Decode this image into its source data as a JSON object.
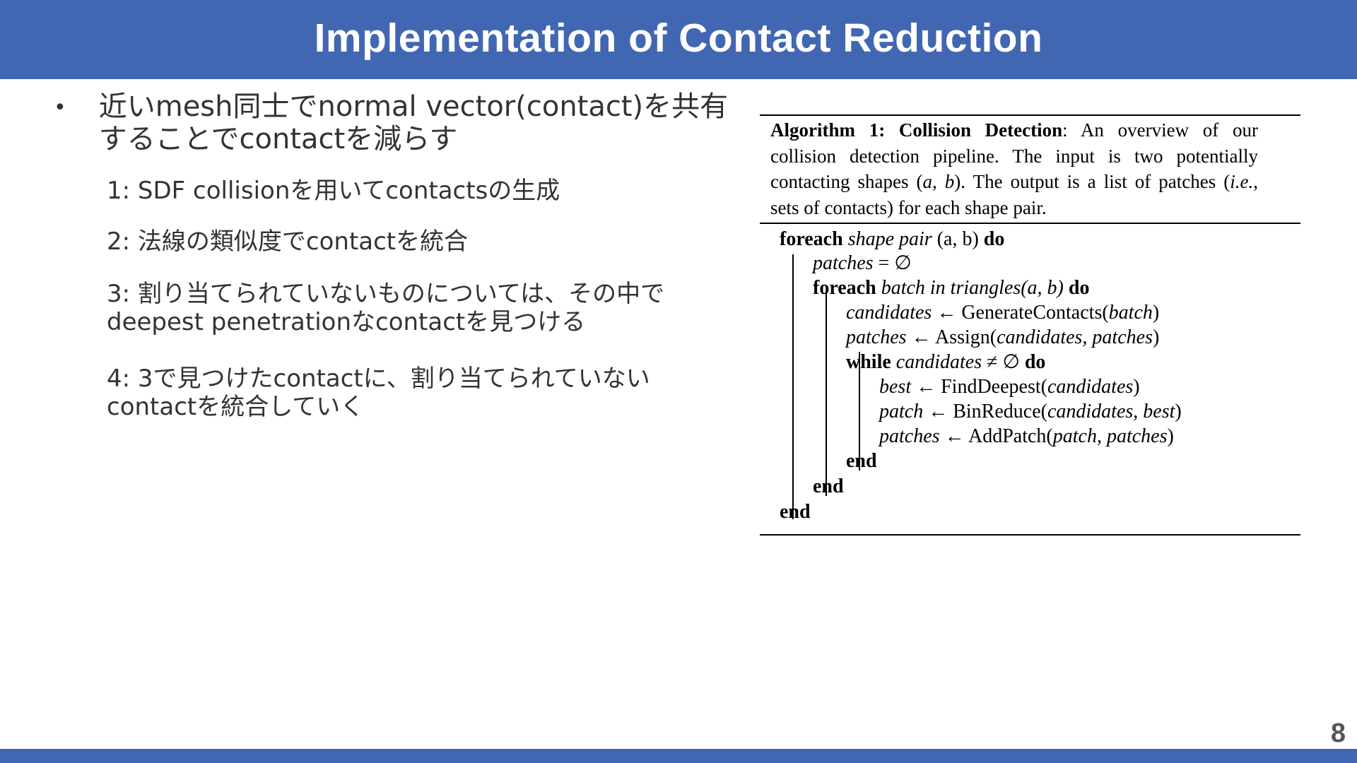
{
  "slide": {
    "title": "Implementation of Contact Reduction",
    "page_number": "8",
    "colors": {
      "title_bar": "#4267b2",
      "footer_bar": "#4267b2",
      "title_text": "#ffffff",
      "body_text": "#333333"
    }
  },
  "left": {
    "bullet_icon": "bullet-dot",
    "bullet": "近いmesh同士でnormal  vector(contact)を共有\nすることでcontactを減らす",
    "steps": [
      "1: SDF collisionを用いてcontactsの生成",
      "2: 法線の類似度でcontactを統合",
      "3:  割り当てられていないものについては、その中で\ndeepest penetrationなcontactを見つける",
      "4:  3で見つけたcontactに、割り当てられていない\ncontactを統合していく"
    ]
  },
  "algorithm": {
    "caption_bold": "Algorithm 1: Collision Detection",
    "caption_rest": ": An overview of our collision detection pipeline. The input is two potentially contacting shapes (",
    "caption_a": "a",
    "caption_sep": ", ",
    "caption_b": "b",
    "caption_rest2": "). The output is a list of patches (",
    "caption_ie": "i.e.",
    "caption_rest3": ", sets of contacts) for each shape pair.",
    "lines": {
      "l1_kw": "foreach",
      "l1_it": "shape pair",
      "l1_rest": " (a, b) ",
      "l1_do": "do",
      "l2_it": "patches",
      "l2_rest": " = ∅",
      "l3_kw": "foreach",
      "l3_it": "batch in triangles(a, b)",
      "l3_do": "do",
      "l4_it": "candidates",
      "l4_arrow": " ← ",
      "l4_fn": "GenerateContacts(",
      "l4_arg": "batch",
      "l4_close": ")",
      "l5_it": "patches",
      "l5_arrow": " ← ",
      "l5_fn": "Assign(",
      "l5_arg": "candidates, patches",
      "l5_close": ")",
      "l6_kw": "while",
      "l6_it": "candidates",
      "l6_rest": " ≠ ∅ ",
      "l6_do": "do",
      "l7_it": "best",
      "l7_arrow": " ← ",
      "l7_fn": "FindDeepest(",
      "l7_arg": "candidates",
      "l7_close": ")",
      "l8_it": "patch",
      "l8_arrow": " ← ",
      "l8_fn": "BinReduce(",
      "l8_arg": "candidates, best",
      "l8_close": ")",
      "l9_it": "patches",
      "l9_arrow": " ← ",
      "l9_fn": "AddPatch(",
      "l9_arg": "patch, patches",
      "l9_close": ")",
      "l10_kw": "end",
      "l11_kw": "end",
      "l12_kw": "end"
    }
  }
}
